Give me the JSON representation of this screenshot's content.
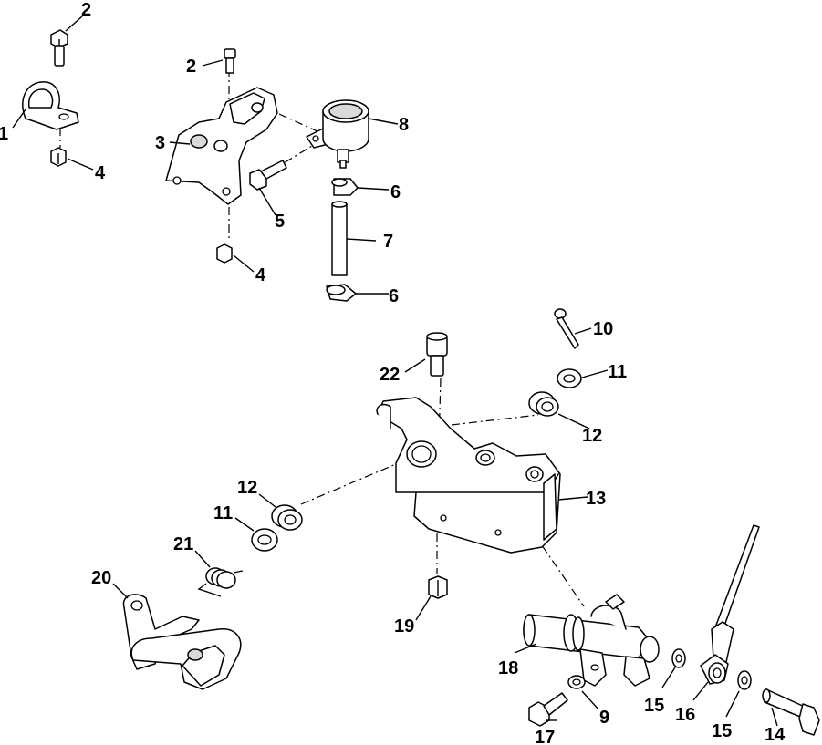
{
  "callouts": [
    {
      "id": "c1",
      "text": "1"
    },
    {
      "id": "c2a",
      "text": "2"
    },
    {
      "id": "c2b",
      "text": "2"
    },
    {
      "id": "c3",
      "text": "3"
    },
    {
      "id": "c4a",
      "text": "4"
    },
    {
      "id": "c4b",
      "text": "4"
    },
    {
      "id": "c5",
      "text": "5"
    },
    {
      "id": "c6a",
      "text": "6"
    },
    {
      "id": "c6b",
      "text": "6"
    },
    {
      "id": "c7",
      "text": "7"
    },
    {
      "id": "c8",
      "text": "8"
    },
    {
      "id": "c9",
      "text": "9"
    },
    {
      "id": "c10",
      "text": "10"
    },
    {
      "id": "c11a",
      "text": "11"
    },
    {
      "id": "c11b",
      "text": "11"
    },
    {
      "id": "c12a",
      "text": "12"
    },
    {
      "id": "c12b",
      "text": "12"
    },
    {
      "id": "c13",
      "text": "13"
    },
    {
      "id": "c14",
      "text": "14"
    },
    {
      "id": "c15a",
      "text": "15"
    },
    {
      "id": "c15b",
      "text": "15"
    },
    {
      "id": "c16",
      "text": "16"
    },
    {
      "id": "c17",
      "text": "17"
    },
    {
      "id": "c18",
      "text": "18"
    },
    {
      "id": "c19",
      "text": "19"
    },
    {
      "id": "c20",
      "text": "20"
    },
    {
      "id": "c21",
      "text": "21"
    },
    {
      "id": "c22",
      "text": "22"
    }
  ]
}
